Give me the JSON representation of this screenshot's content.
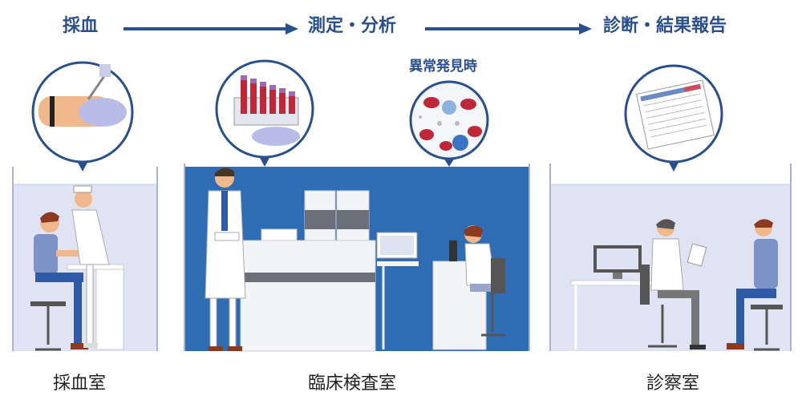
{
  "flow": {
    "steps": [
      {
        "label": "採血"
      },
      {
        "label": "測定・分析"
      },
      {
        "label": "診断・結果報告"
      }
    ],
    "note": "異常発見時"
  },
  "rooms": [
    {
      "label": "採血室"
    },
    {
      "label": "臨床検査室"
    },
    {
      "label": "診察室"
    }
  ],
  "colors": {
    "accent": "#2a4f8f",
    "lab_blue": "#2e6db4",
    "room_light": "#dfe3f3",
    "glove": "#b7bde6",
    "skin": "#f0b98c",
    "blood": "#c0283a"
  }
}
